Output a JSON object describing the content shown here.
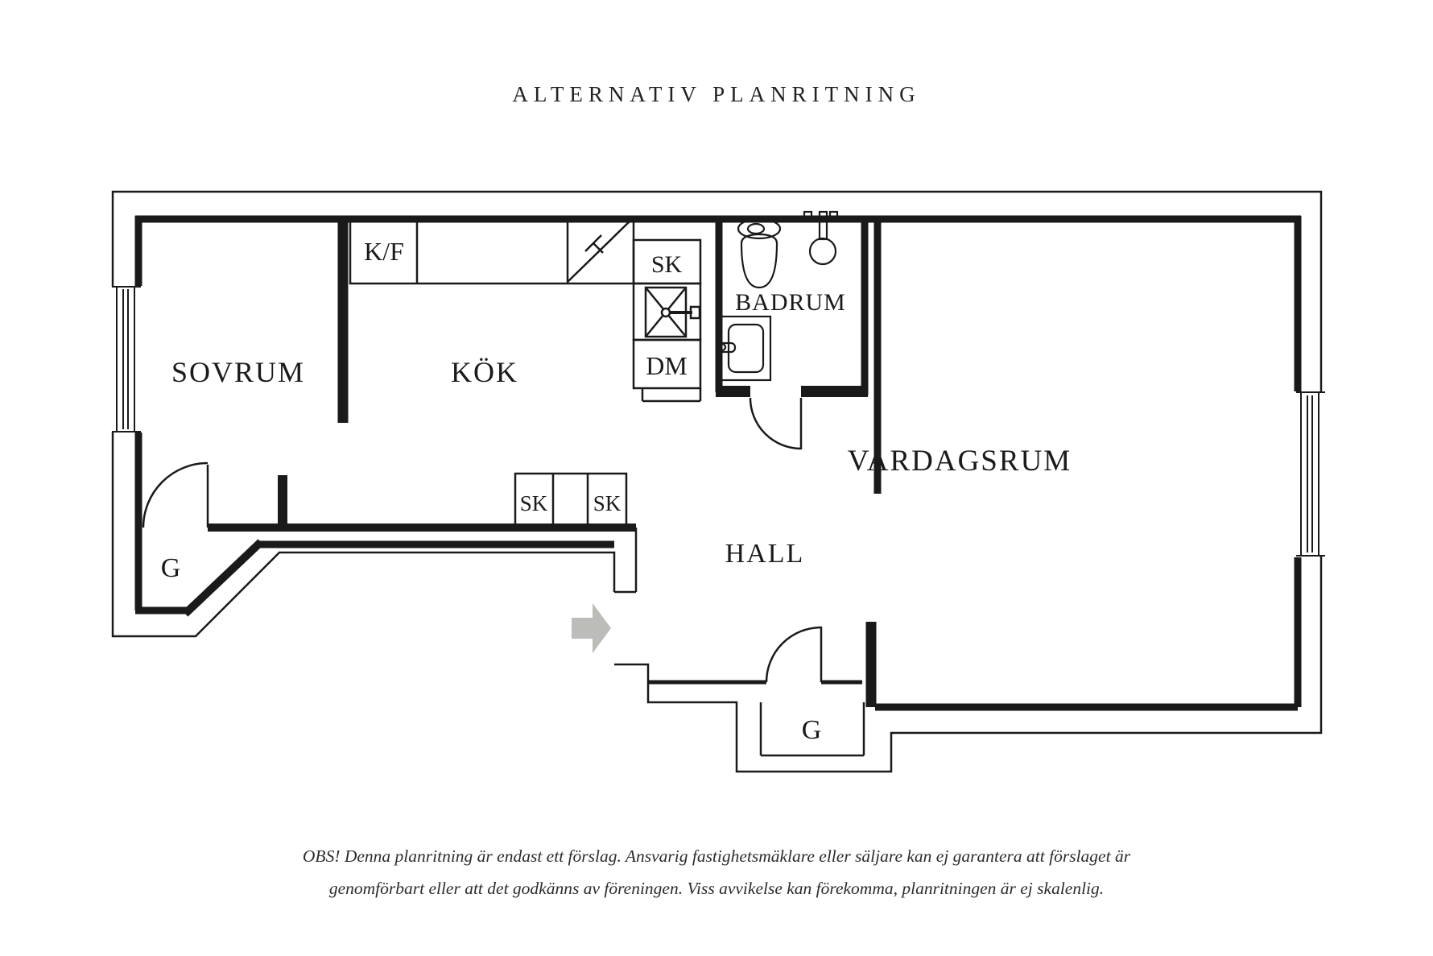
{
  "title": "ALTERNATIV PLANRITNING",
  "rooms": {
    "sovrum": "SOVRUM",
    "kok": "KÖK",
    "badrum": "BADRUM",
    "vardagsrum": "VARDAGSRUM",
    "hall": "HALL"
  },
  "fixtures": {
    "fridge_freezer": "K/F",
    "cabinet_kitchen": "SK",
    "dishwasher": "DM",
    "closet_hall_left": "SK",
    "closet_hall_right": "SK",
    "wardrobe_west": "G",
    "wardrobe_south": "G"
  },
  "disclaimer": {
    "line1": "OBS! Denna planritning är endast ett förslag. Ansvarig fastighetsmäklare eller säljare kan ej garantera att förslaget är",
    "line2": "genomförbart eller att det godkänns av föreningen. Viss avvikelse kan förekomma, planritningen är ej skalenlig."
  },
  "colors": {
    "line": "#1a1a1a",
    "arrow_fill": "#bcbcb8",
    "arrow_stroke": "#7e7e7a"
  }
}
